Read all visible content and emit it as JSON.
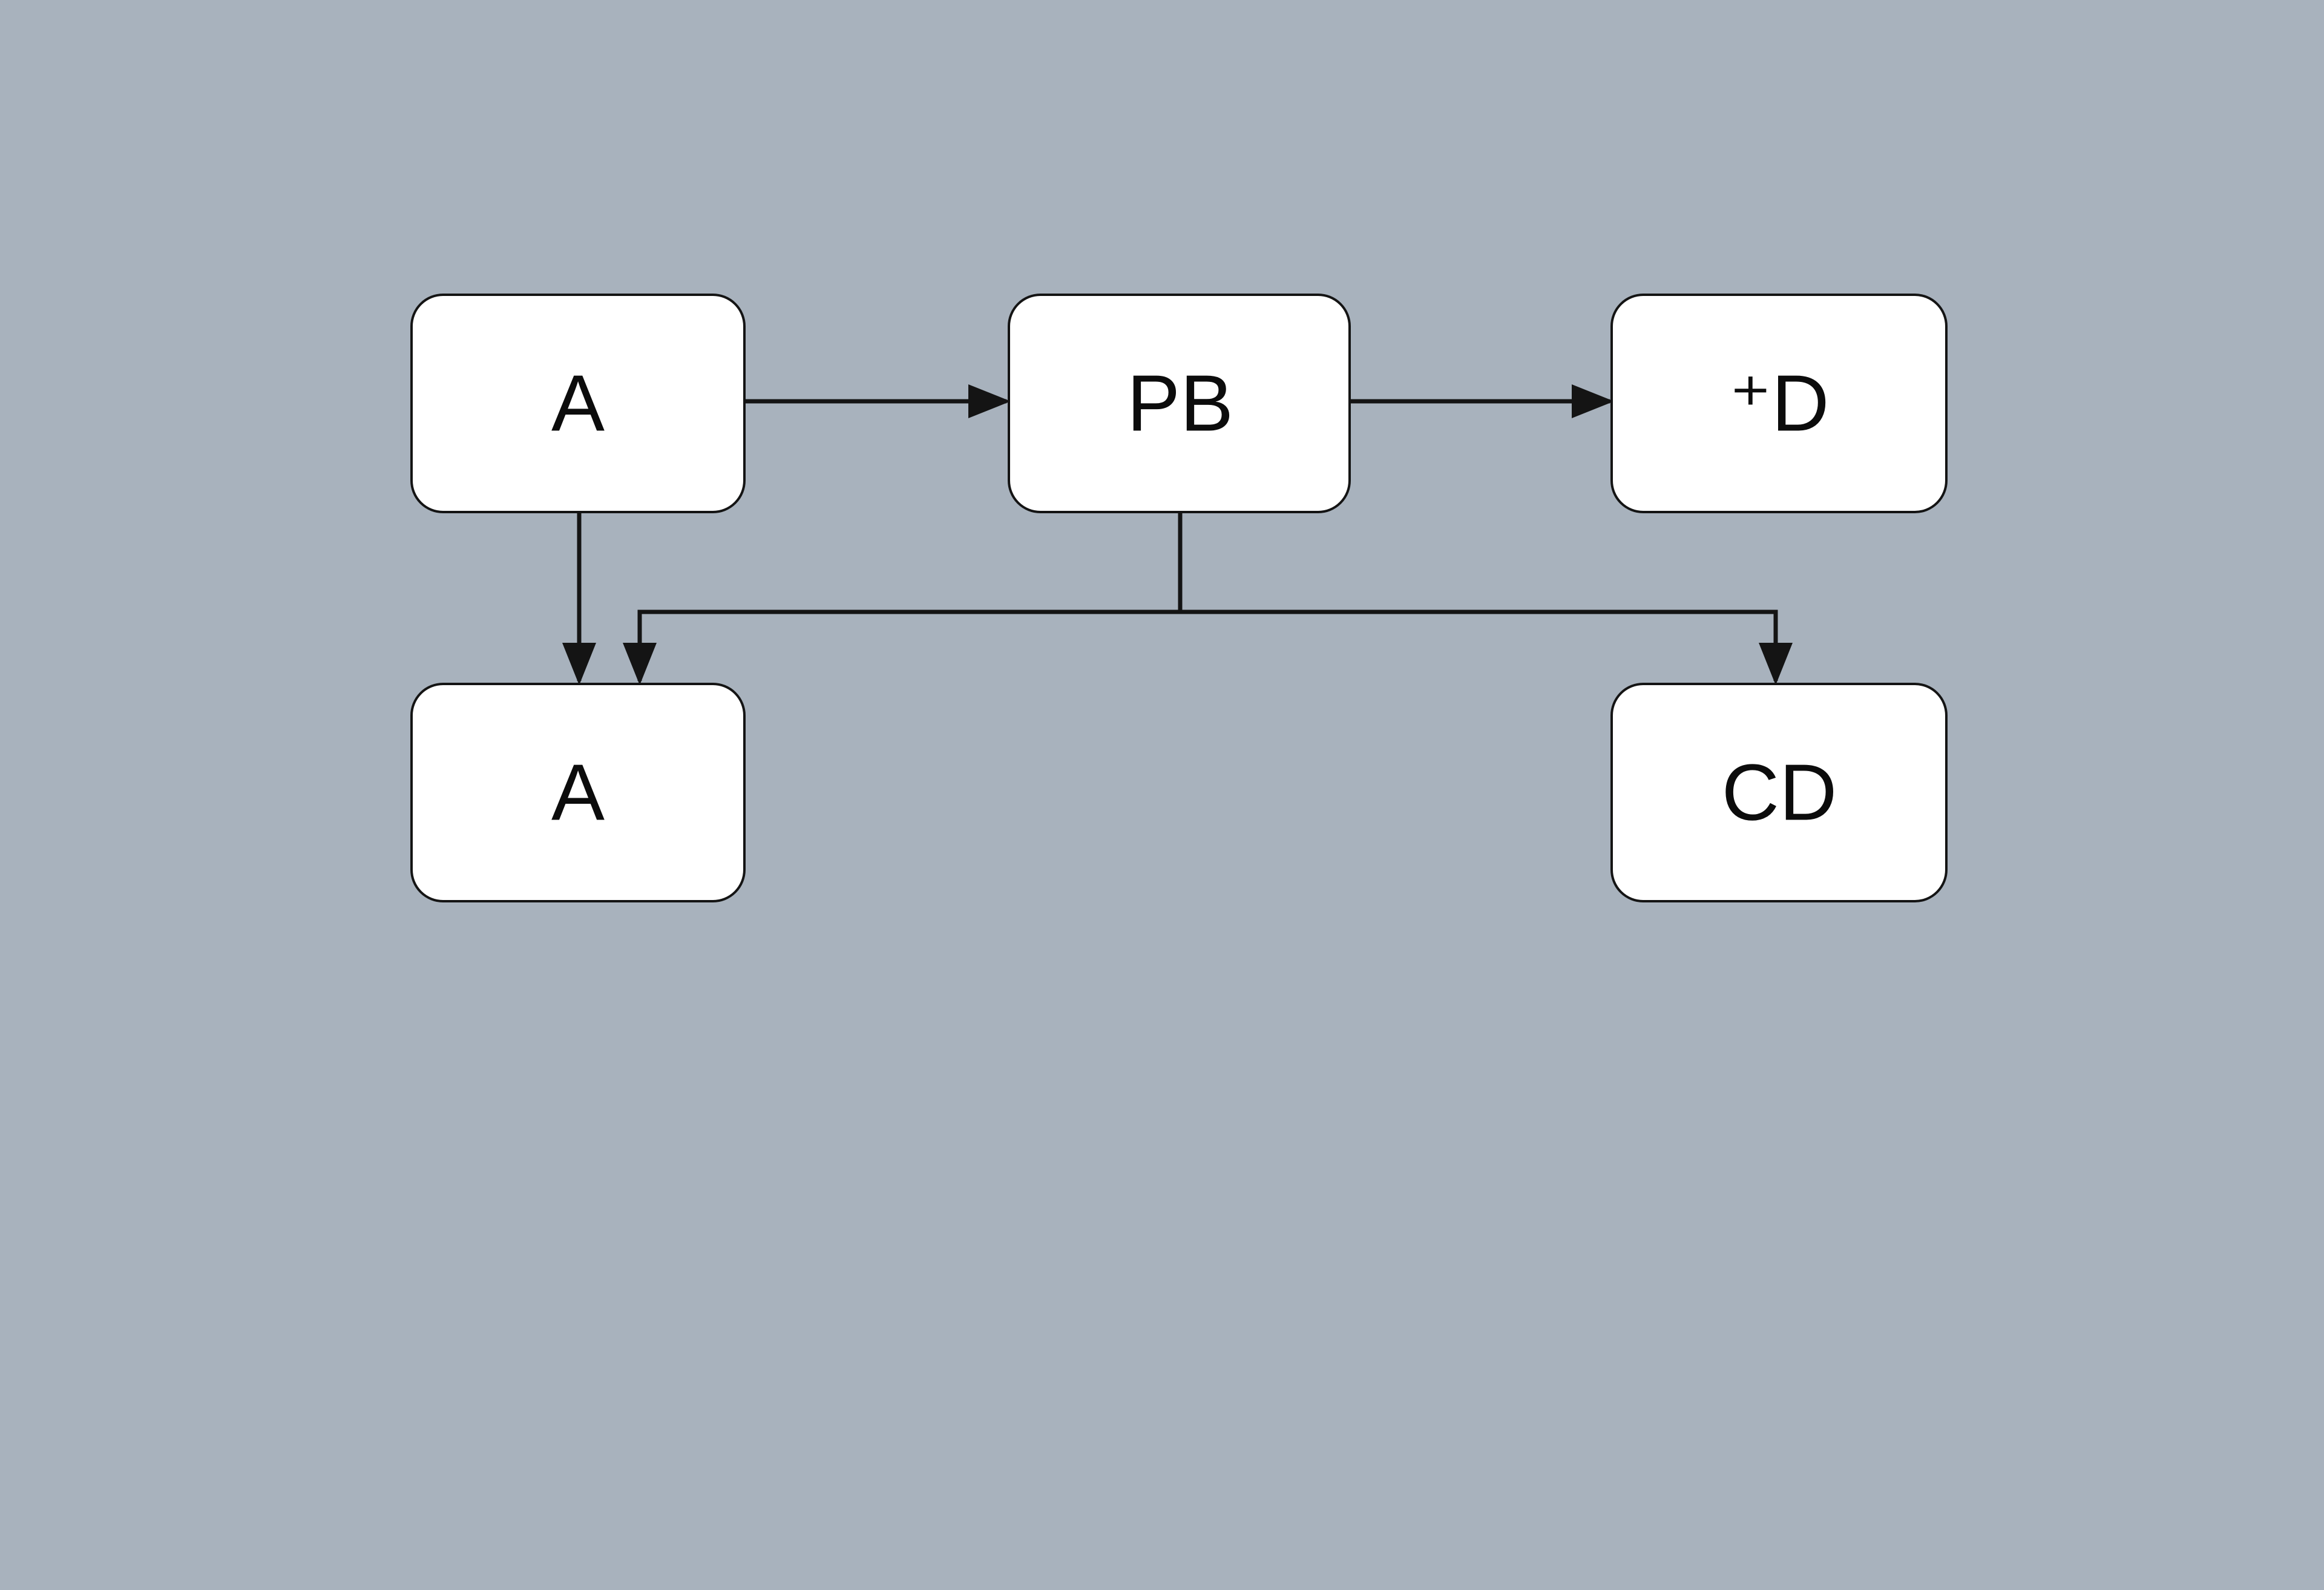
{
  "diagram": {
    "background_color": "#a8b2bd",
    "node_fill": "#ffffff",
    "line_color": "#141414",
    "nodes": [
      {
        "id": "node-a-top",
        "label": "A"
      },
      {
        "id": "node-pb",
        "label": "PB"
      },
      {
        "id": "node-d",
        "label": "⁺D"
      },
      {
        "id": "node-a-bottom",
        "label": "A"
      },
      {
        "id": "node-cd",
        "label": "CD"
      }
    ],
    "edges": [
      {
        "from": "node-a-top",
        "to": "node-pb"
      },
      {
        "from": "node-pb",
        "to": "node-d"
      },
      {
        "from": "node-a-top",
        "to": "node-a-bottom"
      },
      {
        "from": "node-pb",
        "to": "node-a-bottom"
      },
      {
        "from": "node-pb",
        "to": "node-cd"
      }
    ]
  }
}
